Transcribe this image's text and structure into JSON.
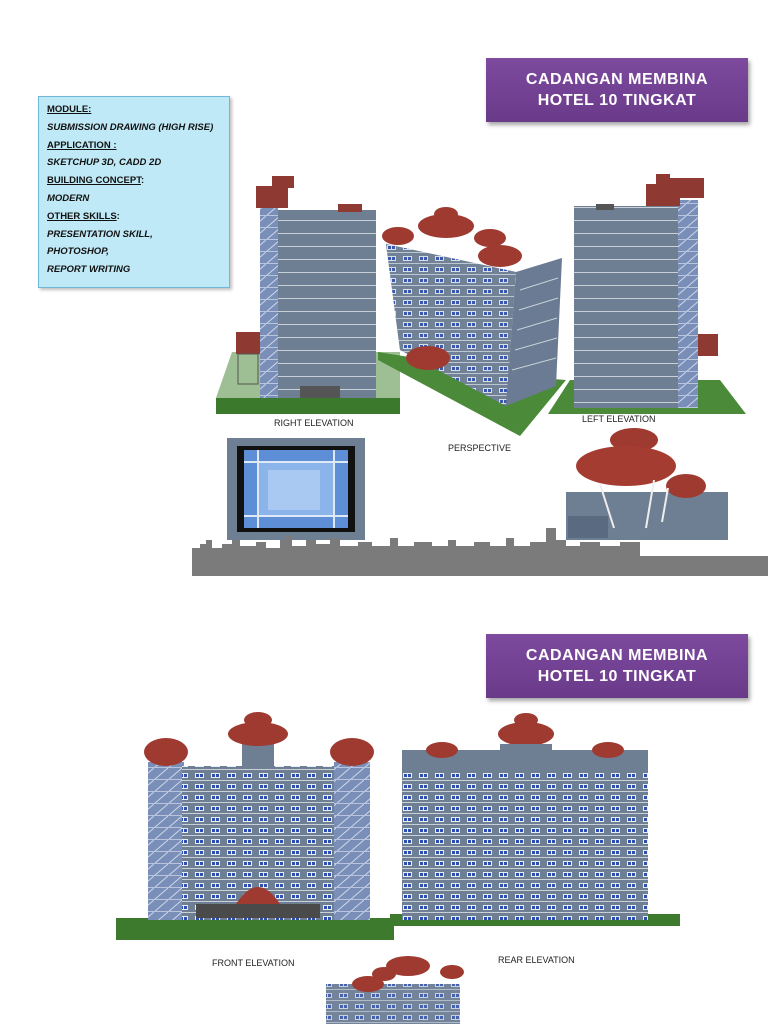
{
  "slide1": {
    "title_line1": "CADANGAN MEMBINA",
    "title_line2": "HOTEL 10 TINGKAT",
    "info": {
      "module_label": "MODULE:",
      "module_value": "SUBMISSION DRAWING (HIGH RISE)",
      "application_label": "APPLICATION :",
      "application_value": "SKETCHUP 3D, CADD 2D",
      "concept_label": "BUILDING CONCEPT",
      "concept_colon": ":",
      "concept_value": "MODERN",
      "skills_label": "OTHER SKILLS",
      "skills_colon": ":",
      "skill1": "PRESENTATION SKILL,",
      "skill2": "PHOTOSHOP,",
      "skill3": "REPORT WRITING"
    },
    "captions": {
      "right": "RIGHT ELEVATION",
      "left": "LEFT ELEVATION",
      "perspective": "PERSPECTIVE"
    }
  },
  "slide2": {
    "title_line1": "CADANGAN MEMBINA",
    "title_line2": "HOTEL 10 TINGKAT",
    "captions": {
      "front": "FRONT ELEVATION",
      "rear": "REAR ELEVATION"
    }
  },
  "colors": {
    "title_bg": "#7d4a9e",
    "info_bg": "#bfe9f6",
    "facade": "#6f7f93",
    "roof": "#9a3a32",
    "grass": "#3e7a2e"
  }
}
